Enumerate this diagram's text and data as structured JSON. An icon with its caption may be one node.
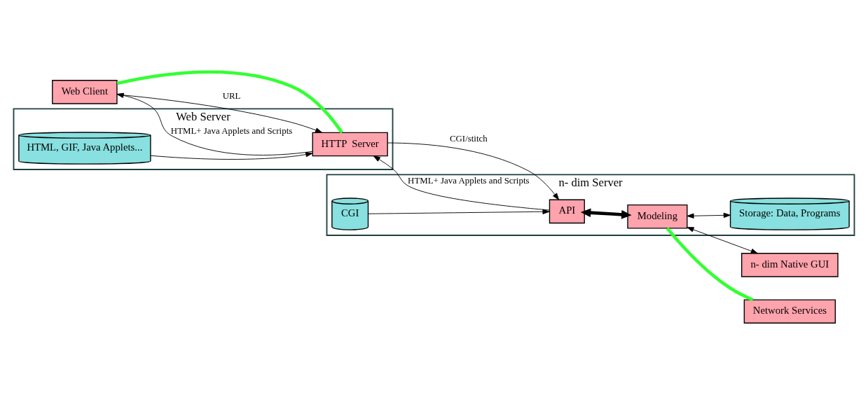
{
  "diagram": {
    "nodes": [
      {
        "text": [
          "Web Client"
        ]
      },
      {
        "text": [
          "Web Server"
        ]
      },
      {
        "text": [
          "HTTP  Server"
        ],
        "in": 1
      },
      {
        "text": [
          "HTML, GIF, Java Applets..."
        ],
        "in": 1
      },
      {
        "text": [
          "n- dim Server"
        ]
      },
      {
        "text": [
          "CGI"
        ],
        "in": 4
      },
      {
        "text": [
          "API"
        ],
        "in": 4
      },
      {
        "text": [
          "Modeling"
        ],
        "in": 4
      },
      {
        "text": [
          "Storage: Data, Programs"
        ],
        "in": 4
      },
      {
        "text": [
          "n- dim Native GUI"
        ]
      },
      {
        "text": [
          "Network Services"
        ]
      }
    ],
    "edges": [
      {
        "from": 0,
        "to": 2,
        "arrow": "none",
        "style": "thick",
        "color": "#33ff33"
      },
      {
        "from": 0,
        "to": 2,
        "arrow": "to",
        "label": "URL"
      },
      {
        "from": 2,
        "to": 0,
        "arrow": "to",
        "label": "HTML+ Java Applets and Scripts"
      },
      {
        "from": 3,
        "to": 2,
        "arrow": "to"
      },
      {
        "from": 2,
        "to": 6,
        "arrow": "to",
        "label": "CGI/stitch"
      },
      {
        "from": 6,
        "to": 2,
        "arrow": "to",
        "label": "HTML+ Java Applets and Scripts"
      },
      {
        "from": 5,
        "to": 6,
        "arrow": "to"
      },
      {
        "from": 6,
        "to": 7,
        "arrow": "both",
        "style": "thick"
      },
      {
        "from": 7,
        "to": 9,
        "arrow": "both"
      },
      {
        "from": 7,
        "to": 8,
        "arrow": "both"
      },
      {
        "from": 7,
        "to": 10,
        "arrow": "none",
        "style": "thick",
        "color": "#33ff33"
      }
    ]
  }
}
